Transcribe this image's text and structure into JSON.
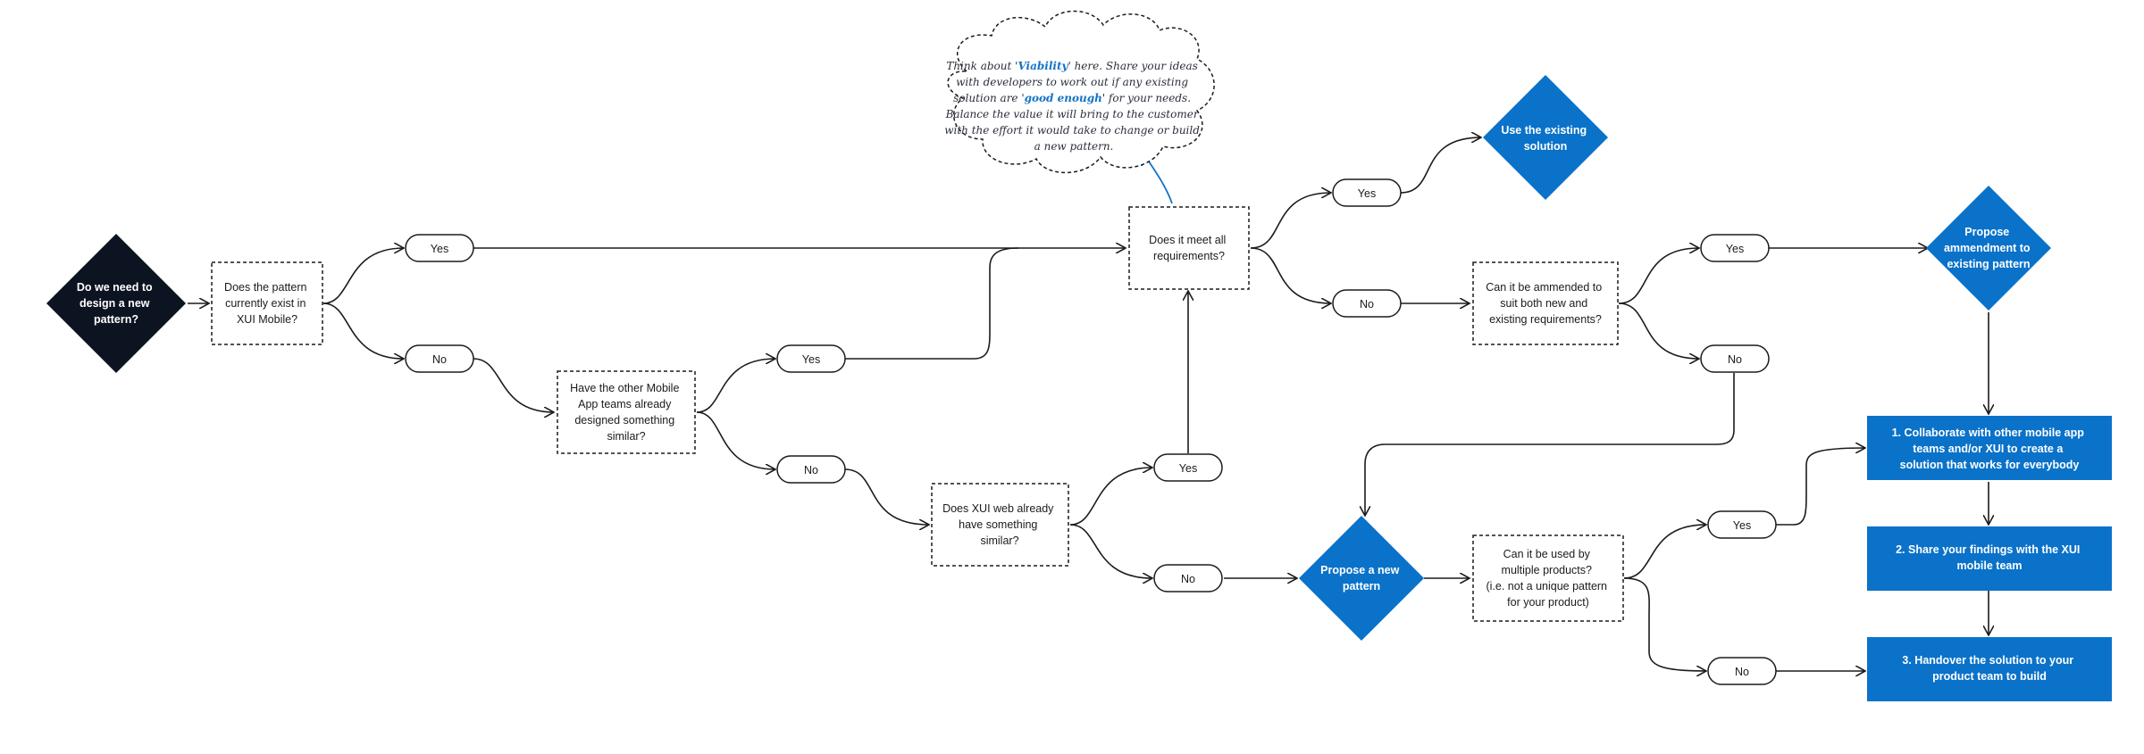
{
  "colors": {
    "start": "#0d1421",
    "action": "#0a72c9",
    "line": "#1b1b1b",
    "note_accent": "#1573c6"
  },
  "start": {
    "lines": [
      "Do we need to",
      "design a new",
      "pattern?"
    ]
  },
  "questions": {
    "q1": [
      "Does the pattern",
      "currently exist in",
      "XUI Mobile?"
    ],
    "q2": [
      "Have the other Mobile",
      "App teams already",
      "designed something",
      "similar?"
    ],
    "q3": [
      "Does XUI web already",
      "have something",
      "similar?"
    ],
    "q4": [
      "Does it meet all",
      "requirements?"
    ],
    "q5": [
      "Can it be ammended to",
      "suit both new and",
      "existing requirements?"
    ],
    "q6": [
      "Can it be used by",
      "multiple products?",
      "(i.e. not a unique pattern",
      "for your product)"
    ]
  },
  "answers": {
    "yes": "Yes",
    "no": "No"
  },
  "outcomes": {
    "use_existing": [
      "Use the existing",
      "solution"
    ],
    "propose_amend": [
      "Propose",
      "ammendment to",
      "existing pattern"
    ],
    "propose_new": [
      "Propose a new",
      "pattern"
    ]
  },
  "steps": {
    "s1": [
      "1. Collaborate with other mobile app",
      "teams and/or XUI to create a",
      "solution that works for everybody"
    ],
    "s2": [
      "2. Share your findings with the XUI",
      "mobile team"
    ],
    "s3": [
      "3. Handover the solution to your",
      "product team to build"
    ]
  },
  "note": {
    "l1a": "Think about '",
    "l1h": "Viability",
    "l1b": "' here. Share your ideas",
    "l2": "with developers to work out if any existing",
    "l3a": "solution are '",
    "l3h": "good enough",
    "l3b": "' for your needs.",
    "l4": "Balance the value it will bring to the customer",
    "l5": "with the effort it would take to change or build",
    "l6": "a new pattern."
  }
}
